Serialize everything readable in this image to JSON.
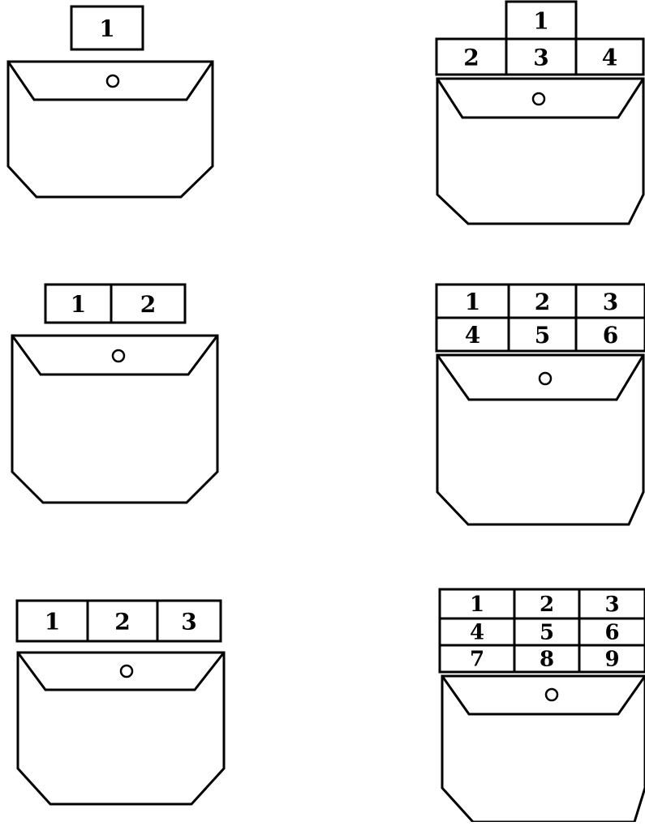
{
  "pockets": [
    {
      "id": "one-patch",
      "labels": [
        [
          "1"
        ]
      ]
    },
    {
      "id": "two-patch",
      "labels": [
        [
          "1",
          "2"
        ]
      ]
    },
    {
      "id": "three-patch",
      "labels": [
        [
          "1",
          "2",
          "3"
        ]
      ]
    },
    {
      "id": "four-patch",
      "labels": [
        [
          null,
          "1",
          null
        ],
        [
          "2",
          "3",
          "4"
        ]
      ]
    },
    {
      "id": "six-patch",
      "labels": [
        [
          "1",
          "2",
          "3"
        ],
        [
          "4",
          "5",
          "6"
        ]
      ]
    },
    {
      "id": "nine-patch",
      "labels": [
        [
          "1",
          "2",
          "3"
        ],
        [
          "4",
          "5",
          "6"
        ],
        [
          "7",
          "8",
          "9"
        ]
      ]
    }
  ],
  "colors": {
    "line": "#000000",
    "background": "#ffffff"
  }
}
